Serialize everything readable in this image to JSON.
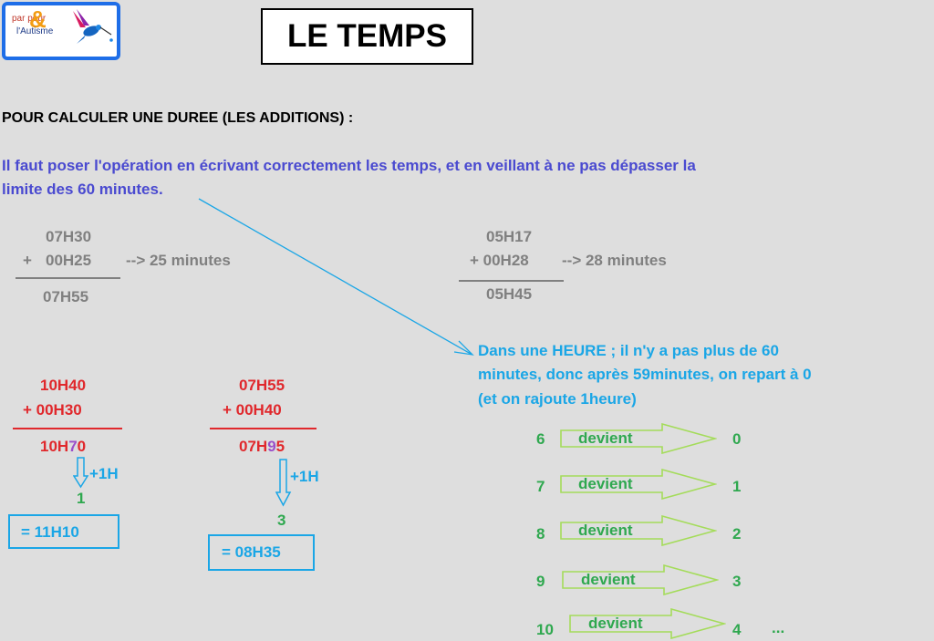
{
  "logo": {
    "text_top": "par   pour",
    "text_amp": "&",
    "text_bottom": "l'Autisme"
  },
  "title": "LE TEMPS",
  "heading": "POUR CALCULER UNE DUREE (LES ADDITIONS) :",
  "intro_line1": "Il faut poser l'opération en écrivant correctement les temps, et en veillant à ne pas dépasser la",
  "intro_line2": "limite des 60 minutes.",
  "example1": {
    "line1": "07H30",
    "plus": "+",
    "line2": "00H25",
    "note": "--> 25 minutes",
    "result": "07H55"
  },
  "example2": {
    "line1": "05H17",
    "line2": "+ 00H28",
    "note": "--> 28 minutes",
    "result": "05H45"
  },
  "example3": {
    "line1": "10H40",
    "line2": "+ 00H30",
    "result_a": "10H",
    "result_b": "7",
    "result_c": "0",
    "plus_hour": "+1H",
    "carry": "1",
    "final": "= 11H10"
  },
  "example4": {
    "line1": "07H55",
    "line2": "+ 00H40",
    "result_a": "07H",
    "result_b": "9",
    "result_c": "5",
    "plus_hour": "+1H",
    "carry": "3",
    "final": "= 08H35"
  },
  "rule": {
    "line1": "Dans une HEURE ; il n'y a pas plus de 60",
    "line2": "minutes, donc après 59minutes, on repart à 0",
    "line3": "(et on rajoute 1heure)"
  },
  "conversions": [
    {
      "from": "6",
      "label": "devient",
      "to": "0"
    },
    {
      "from": "7",
      "label": "devient",
      "to": "1"
    },
    {
      "from": "8",
      "label": "devient",
      "to": "2"
    },
    {
      "from": "9",
      "label": "devient",
      "to": "3"
    },
    {
      "from": "10",
      "label": "devient",
      "to": "4"
    }
  ],
  "ellipsis": "...",
  "colors": {
    "blue": "#4a4ad0",
    "red": "#e0282c",
    "cyan": "#1aa6e6",
    "green": "#2fa84f",
    "gray": "#808080",
    "purple": "#9b4fc9"
  }
}
